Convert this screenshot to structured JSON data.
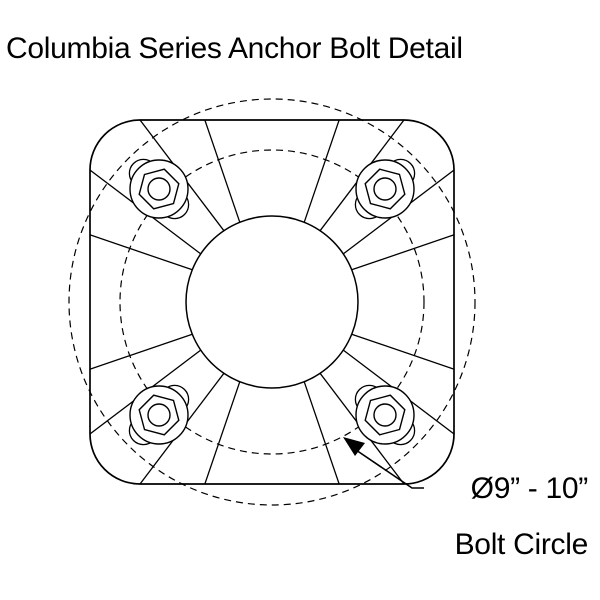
{
  "title": "Columbia Series Anchor Bolt Detail",
  "callout": {
    "diameter": "Ø9” - 10”",
    "label": "Bolt Circle"
  },
  "colors": {
    "ink": "#000000",
    "paper": "#ffffff"
  }
}
